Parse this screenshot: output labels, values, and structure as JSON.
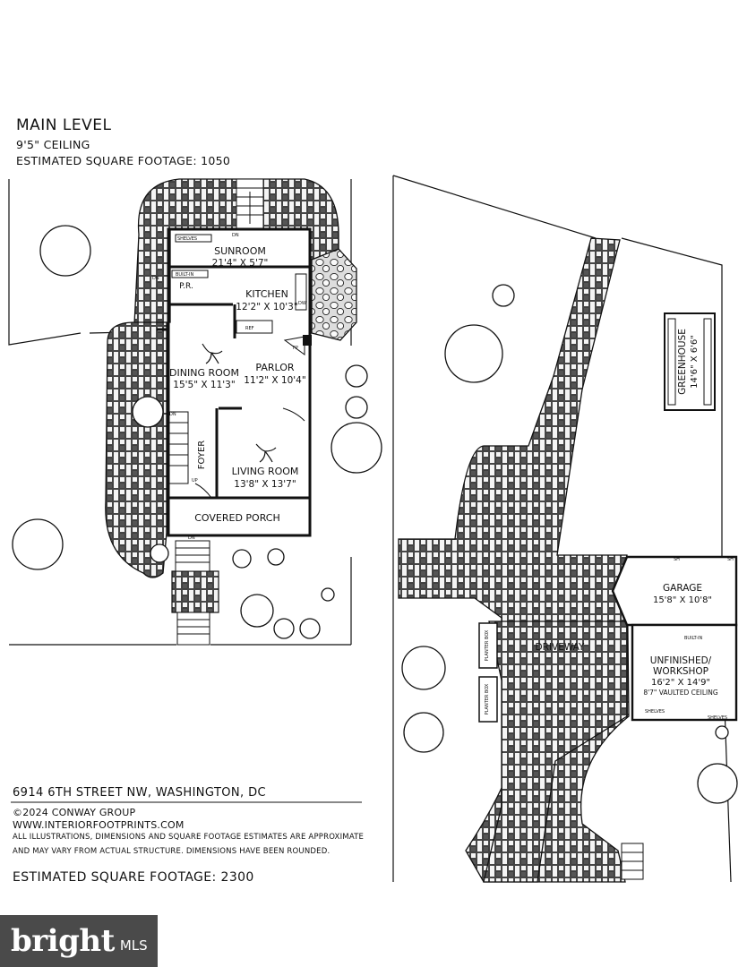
{
  "header": {
    "title": "MAIN LEVEL",
    "ceiling": "9'5\" CEILING",
    "level_sqft": "ESTIMATED SQUARE FOOTAGE: 1050"
  },
  "rooms": {
    "sunroom": {
      "name": "SUNROOM",
      "dims": "21'4\" X 5'7\""
    },
    "kitchen": {
      "name": "KITCHEN",
      "dims": "12'2\" X 10'3\""
    },
    "dining": {
      "name": "DINING ROOM",
      "dims": "15'5\" X 11'3\""
    },
    "parlor": {
      "name": "PARLOR",
      "dims": "11'2\" X 10'4\""
    },
    "living": {
      "name": "LIVING ROOM",
      "dims": "13'8\" X 13'7\""
    },
    "foyer": {
      "name": "FOYER"
    },
    "porch": {
      "name": "COVERED PORCH"
    },
    "powder": {
      "name": "P.R."
    },
    "greenhouse": {
      "name": "GREENHOUSE",
      "dims": "14'6\" X 6'6\""
    },
    "garage": {
      "name": "GARAGE",
      "dims": "15'8\" X 10'8\""
    },
    "workshop": {
      "name_line1": "UNFINISHED/",
      "name_line2": "WORKSHOP",
      "dims": "16'2\" X 14'9\"",
      "note": "8'7\" VAULTED CEILING"
    },
    "driveway": {
      "name": "DRIVEWAY"
    }
  },
  "small_labels": {
    "shelves": "SHELVES",
    "built_in": "BUILT-IN",
    "dn": "DN",
    "up": "UP",
    "ref": "REF",
    "dw": "DW",
    "fp": "FP",
    "planter_box": "PLANTER BOX",
    "sh": "SH"
  },
  "footer": {
    "address": "6914 6TH STREET NW, WASHINGTON, DC",
    "copyright": "©2024 CONWAY GROUP",
    "website": "WWW.INTERIORFOOTPRINTS.COM",
    "disclaimer1": "ALL ILLUSTRATIONS, DIMENSIONS AND SQUARE FOOTAGE ESTIMATES ARE APPROXIMATE",
    "disclaimer2": "AND MAY VARY FROM ACTUAL STRUCTURE. DIMENSIONS HAVE BEEN ROUNDED.",
    "total_sqft": "ESTIMATED SQUARE FOOTAGE: 2300"
  },
  "badge": {
    "brand": "bright",
    "suffix": "MLS",
    "bg_color": "#4a4a4a"
  }
}
